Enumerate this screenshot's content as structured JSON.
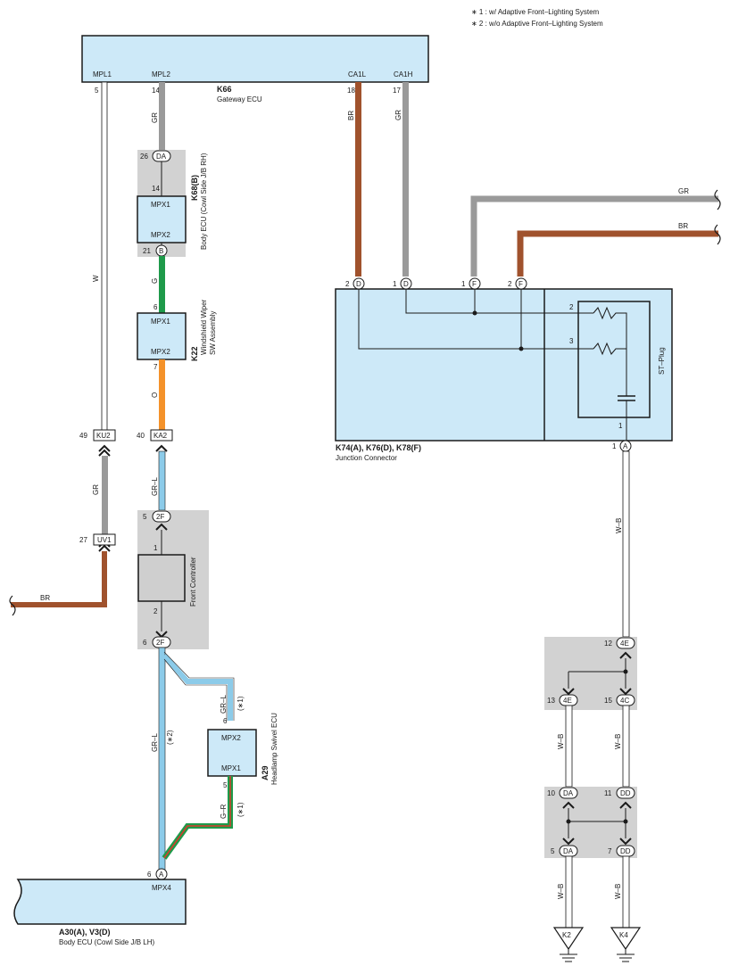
{
  "notes": {
    "n1": "∗ 1 : w/ Adaptive Front–Lighting System",
    "n2": "∗ 2 : w/o Adaptive Front–Lighting System"
  },
  "gateway": {
    "code": "K66",
    "name": "Gateway ECU",
    "pins": {
      "mpl1": "MPL1",
      "mpl2": "MPL2",
      "ca1l": "CA1L",
      "ca1h": "CA1H"
    },
    "pin_nums": {
      "mpl1": "5",
      "mpl2": "14",
      "ca1l": "18",
      "ca1h": "17"
    }
  },
  "body_ecu_rh": {
    "code": "K68(B)",
    "name": "Body ECU (Cowl Side J/B RH)",
    "mpx1": "MPX1",
    "mpx2": "MPX2",
    "pin_top": "14",
    "pin_bottom": "21",
    "conn_top": "DA",
    "conn_top_num": "26",
    "conn_bottom": "B"
  },
  "wiper": {
    "code": "K22",
    "name1": "Windshield Wiper",
    "name2": "SW Assembly",
    "mpx1": "MPX1",
    "mpx2": "MPX2",
    "pin_top": "6",
    "pin_bottom": "7"
  },
  "junction_conn": {
    "code": "K74(A), K76(D), K78(F)",
    "name": "Junction Connector",
    "st_plug": "ST–Plug",
    "pins": {
      "d2": "2",
      "d1": "1",
      "f1": "1",
      "f2": "2",
      "r2": "2",
      "r3": "3",
      "c1": "1",
      "a1": "1"
    },
    "conns": {
      "d": "D",
      "f": "F",
      "a": "A"
    }
  },
  "front_ctrl": {
    "name": "Front Controller",
    "pin_top": "1",
    "pin_bottom": "2",
    "conn": "2F",
    "conn_top_num": "5",
    "conn_bottom_num": "6"
  },
  "swivel": {
    "code": "A29",
    "name": "Headlamp Swivel ECU",
    "mpx1": "MPX1",
    "mpx2": "MPX2",
    "pin_top": "6",
    "pin_bottom": "5"
  },
  "body_ecu_lh": {
    "code": "A30(A), V3(D)",
    "name": "Body ECU (Cowl Side J/B LH)",
    "pin": "MPX4",
    "conn": "A",
    "conn_num": "6"
  },
  "connectors": {
    "ku2": "KU2",
    "ku2_num": "49",
    "ka2": "KA2",
    "ka2_num": "40",
    "uv1": "UV1",
    "uv1_num": "27",
    "e4": "4E",
    "e4_top_num": "12",
    "e4_left_num": "13",
    "c4": "4C",
    "c4_num": "15",
    "da": "DA",
    "da_top_num": "10",
    "da_bot_num": "5",
    "dd": "DD",
    "dd_top_num": "11",
    "dd_bot_num": "7"
  },
  "wires": {
    "w": "W",
    "gr": "GR",
    "br": "BR",
    "g": "G",
    "o": "O",
    "grl": "GR–L",
    "gr_r": "G–R",
    "wb": "W–B",
    "star1": "(∗1)",
    "star2": "(∗2)"
  },
  "grounds": {
    "k2": "K2",
    "k4": "K4"
  },
  "colors": {
    "box": "#cde9f8",
    "gray_area": "#d2d2d2",
    "wire_gray": "#9a9a9a",
    "wire_brown": "#a0522d",
    "wire_green": "#1e9a4a",
    "wire_orange": "#f4922a",
    "wire_lightblue": "#8ccbe9",
    "wire_red": "#d93a2b"
  }
}
